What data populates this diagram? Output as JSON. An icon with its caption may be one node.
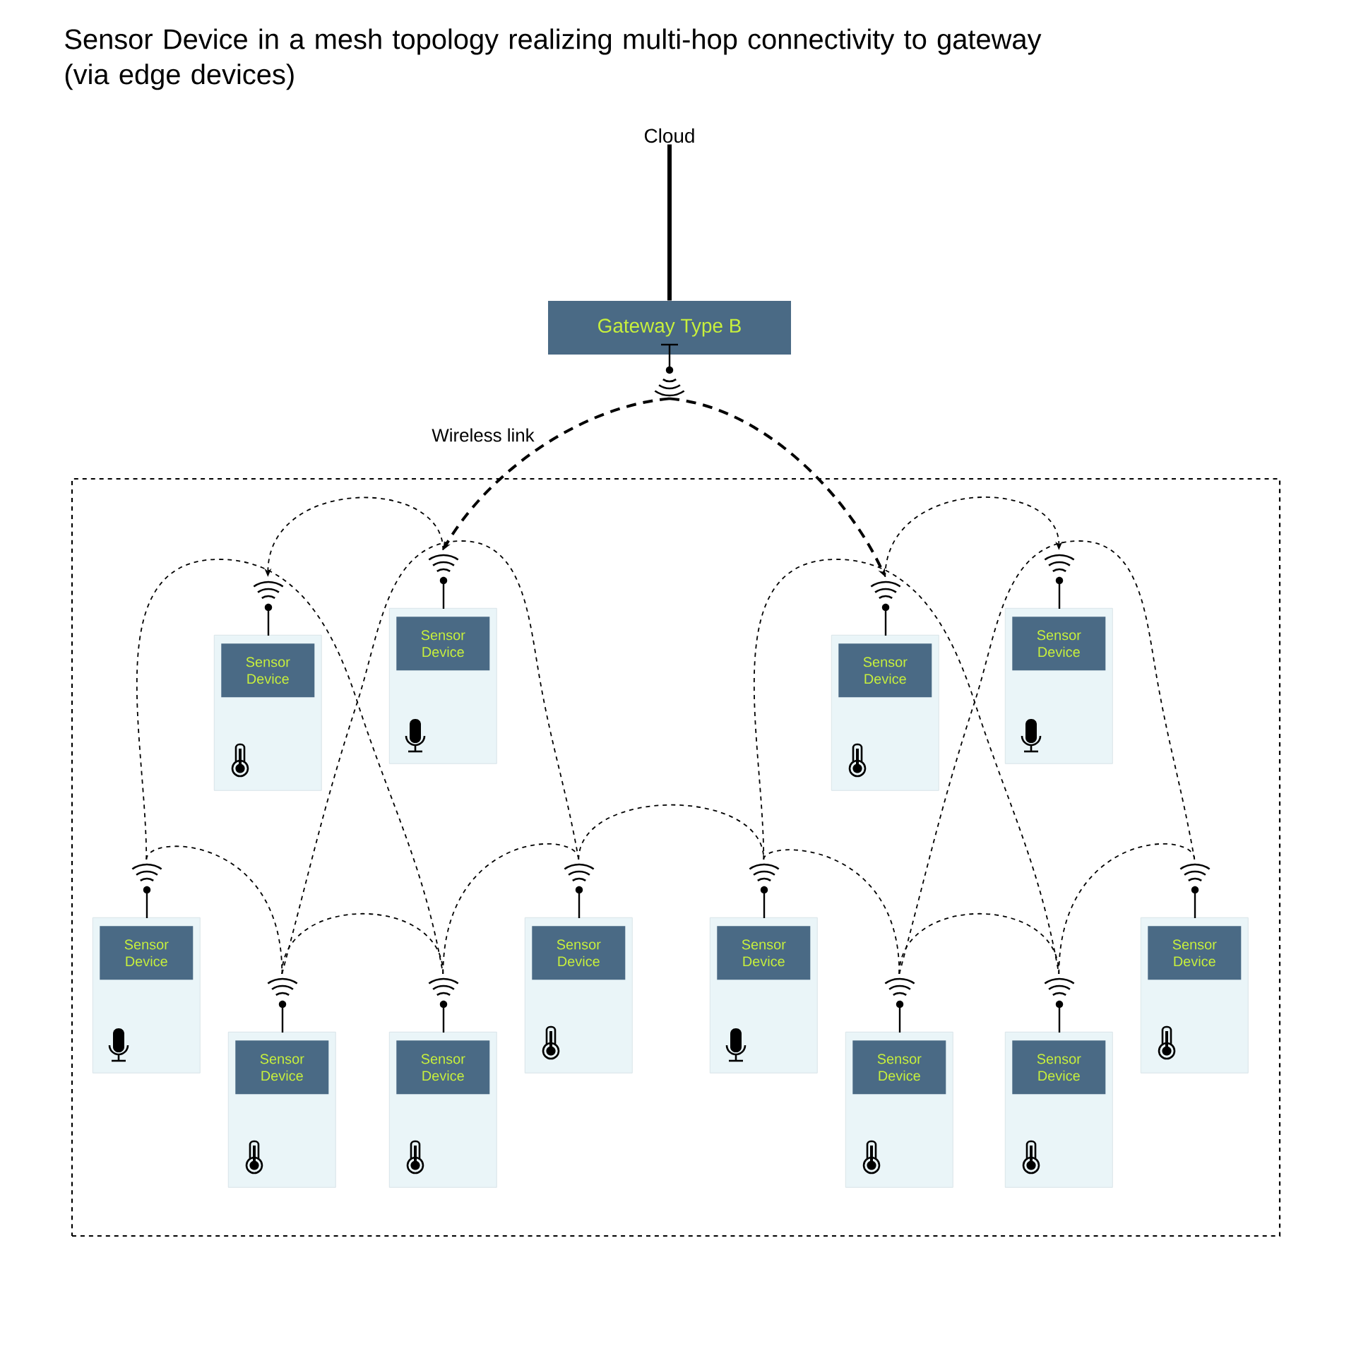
{
  "diagram": {
    "title": "Sensor Device in a mesh topology realizing multi-hop connectivity to gateway (via edge devices)",
    "nodes": [
      {
        "text": [
          "Cloud"
        ]
      },
      {
        "text": [
          "Gateway Type B"
        ]
      },
      {
        "text": [],
        "shape": "box"
      },
      {
        "text": [
          "Sensor Device"
        ],
        "in": 2
      },
      {
        "text": [
          "Sensor Device"
        ],
        "in": 2
      },
      {
        "text": [
          "Sensor Device"
        ],
        "in": 2
      },
      {
        "text": [
          "Sensor Device"
        ],
        "in": 2
      },
      {
        "text": [
          "Sensor Device"
        ],
        "in": 2
      },
      {
        "text": [
          "Sensor Device"
        ],
        "in": 2
      },
      {
        "text": [
          "Sensor Device"
        ],
        "in": 2
      },
      {
        "text": [
          "Sensor Device"
        ],
        "in": 2
      },
      {
        "text": [
          "Sensor Device"
        ],
        "in": 2
      },
      {
        "text": [
          "Sensor Device"
        ],
        "in": 2
      },
      {
        "text": [
          "Sensor Device"
        ],
        "in": 2
      },
      {
        "text": [
          "Sensor Device"
        ],
        "in": 2
      }
    ],
    "edges": [
      {
        "from": 0,
        "to": 1,
        "arrow": "none",
        "style": "thick"
      },
      {
        "from": 1,
        "to": 4,
        "arrow": "to",
        "style": "dashed",
        "label": "Wireless link"
      },
      {
        "from": 1,
        "to": 5,
        "arrow": "to",
        "style": "dashed"
      },
      {
        "from": 4,
        "to": 3,
        "arrow": "to",
        "style": "dashed"
      },
      {
        "from": 5,
        "to": 6,
        "arrow": "to",
        "style": "dashed"
      },
      {
        "from": 7,
        "to": 9,
        "arrow": "none",
        "style": "dashed"
      },
      {
        "from": 8,
        "to": 10,
        "arrow": "none",
        "style": "dashed"
      },
      {
        "from": 7,
        "to": 8,
        "arrow": "none",
        "style": "dashed"
      },
      {
        "from": 8,
        "to": 9,
        "arrow": "none",
        "style": "dashed"
      },
      {
        "from": 9,
        "to": 10,
        "arrow": "none",
        "style": "dashed"
      },
      {
        "from": 10,
        "to": 11,
        "arrow": "none",
        "style": "dashed"
      },
      {
        "from": 11,
        "to": 12,
        "arrow": "none",
        "style": "dashed"
      },
      {
        "from": 12,
        "to": 13,
        "arrow": "none",
        "style": "dashed"
      },
      {
        "from": 13,
        "to": 14,
        "arrow": "none",
        "style": "dashed"
      },
      {
        "from": 11,
        "to": 13,
        "arrow": "none",
        "style": "dashed"
      },
      {
        "from": 12,
        "to": 14,
        "arrow": "none",
        "style": "dashed"
      }
    ]
  }
}
